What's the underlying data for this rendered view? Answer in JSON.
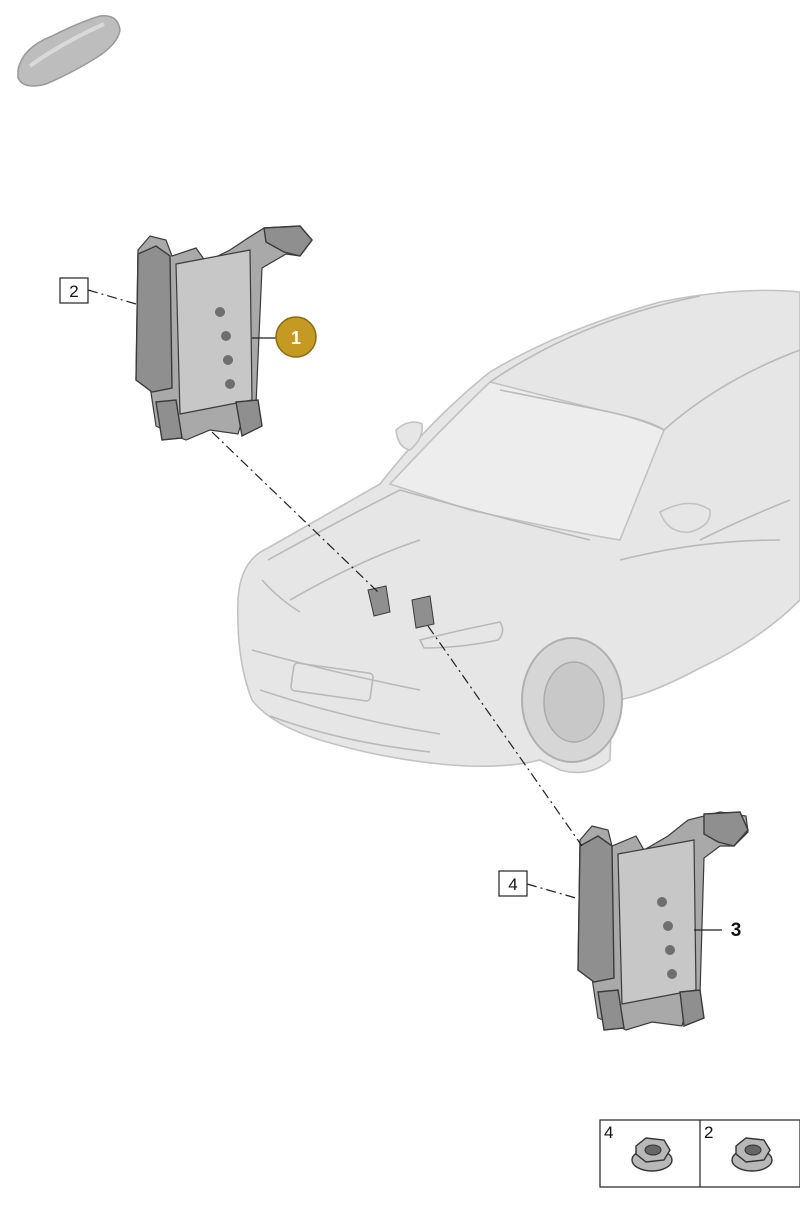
{
  "callouts": {
    "highlight_badge": "1",
    "left_bracket_ref": "2",
    "lower_bracket_ref": "4",
    "lower_part_label": "3"
  },
  "fastener_table": {
    "cells": [
      {
        "number": "4",
        "icon": "flange-nut-icon"
      },
      {
        "number": "2",
        "icon": "flange-nut-icon"
      }
    ]
  },
  "colors": {
    "badge_fill": "#c49a23",
    "part_gray": "#8f8f8f",
    "vehicle_gray": "#e6e6e6"
  }
}
